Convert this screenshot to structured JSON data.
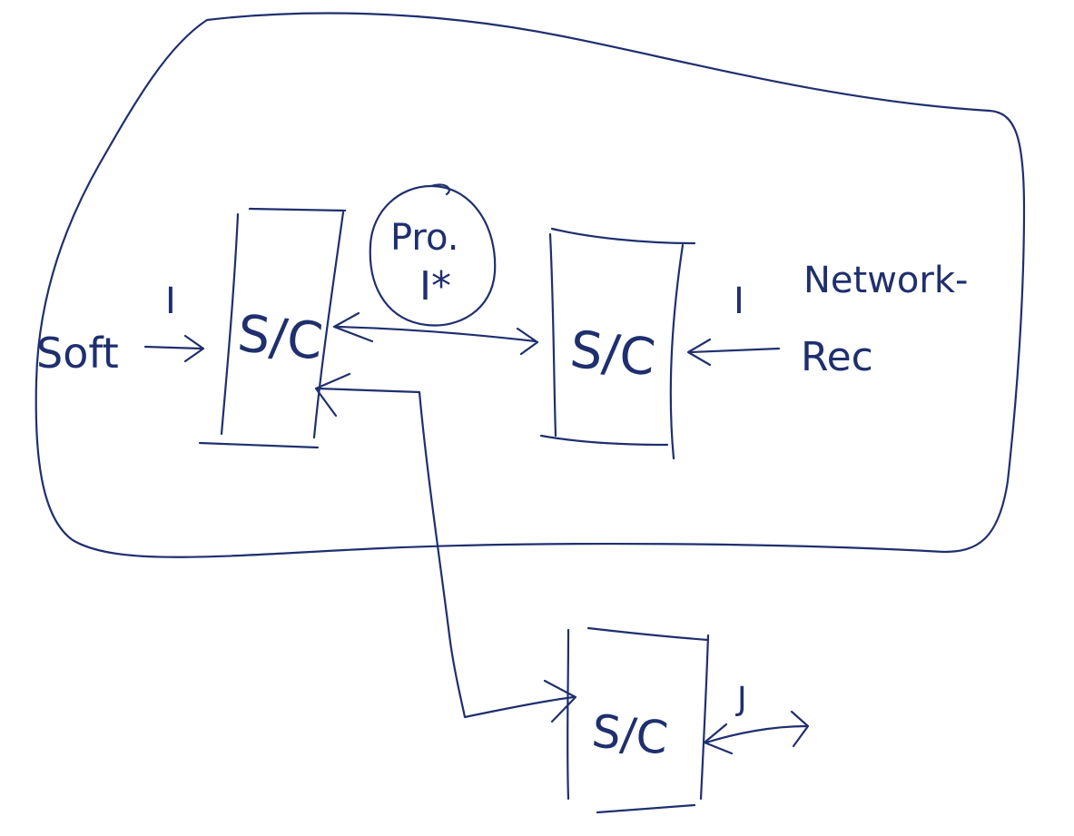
{
  "diagram": {
    "ink_color": "#1f2f6e",
    "background_color": "#ffffff",
    "nodes": {
      "left_box": {
        "label": "S/C"
      },
      "right_box": {
        "label": "S/C"
      },
      "bottom_box": {
        "label": "S/C"
      }
    },
    "circle": {
      "line1": "Pro.",
      "line2": "I*"
    },
    "labels": {
      "soft": "Soft",
      "i_left": "I",
      "i_right": "I",
      "network_line1": "Network-",
      "network_line2": "Rec",
      "j_label": "J"
    }
  }
}
